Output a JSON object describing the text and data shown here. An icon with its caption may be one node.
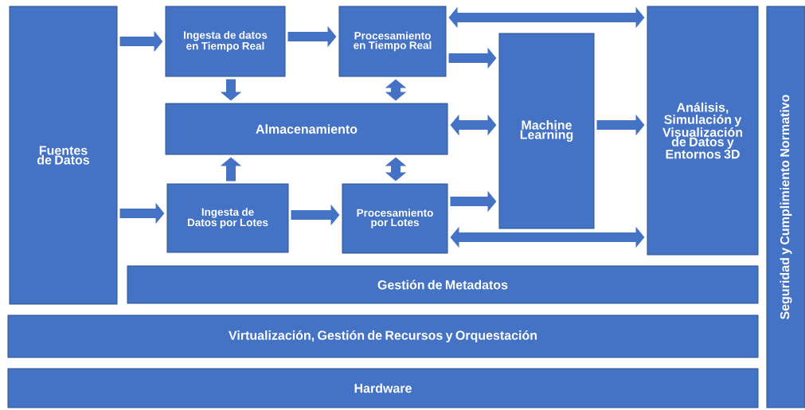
{
  "diagram": {
    "nodes": [
      {
        "text": [
          "Fuentes de Datos"
        ]
      },
      {
        "text": [
          "Ingesta de datos en Tiempo Real"
        ]
      },
      {
        "text": [
          "Procesamiento en Tiempo Real"
        ]
      },
      {
        "text": [
          "Almacenamiento"
        ]
      },
      {
        "text": [
          "Machine Learning"
        ]
      },
      {
        "text": [
          "Análisis, Simulación y Visualización de Datos y Entornos 3D"
        ]
      },
      {
        "text": [
          "Ingesta de Datos por Lotes"
        ]
      },
      {
        "text": [
          "Procesamiento por Lotes"
        ]
      },
      {
        "text": [
          "Gestión de Metadatos"
        ]
      },
      {
        "text": [
          "Virtualización, Gestión de Recursos y Orquestación"
        ]
      },
      {
        "text": [
          "Hardware"
        ]
      },
      {
        "text": [
          "Seguridad y Cumplimiento Normativo"
        ]
      }
    ],
    "edges": [
      {
        "from": 0,
        "to": 1,
        "arrow": "to"
      },
      {
        "from": 1,
        "to": 2,
        "arrow": "to"
      },
      {
        "from": 2,
        "to": 5,
        "arrow": "both"
      },
      {
        "from": 2,
        "to": 4,
        "arrow": "to"
      },
      {
        "from": 1,
        "to": 3,
        "arrow": "to"
      },
      {
        "from": 2,
        "to": 3,
        "arrow": "both"
      },
      {
        "from": 3,
        "to": 4,
        "arrow": "both"
      },
      {
        "from": 4,
        "to": 5,
        "arrow": "to"
      },
      {
        "from": 6,
        "to": 3,
        "arrow": "to"
      },
      {
        "from": 3,
        "to": 7,
        "arrow": "both"
      },
      {
        "from": 0,
        "to": 6,
        "arrow": "to"
      },
      {
        "from": 6,
        "to": 7,
        "arrow": "to"
      },
      {
        "from": 7,
        "to": 4,
        "arrow": "to"
      },
      {
        "from": 7,
        "to": 5,
        "arrow": "both"
      }
    ]
  }
}
